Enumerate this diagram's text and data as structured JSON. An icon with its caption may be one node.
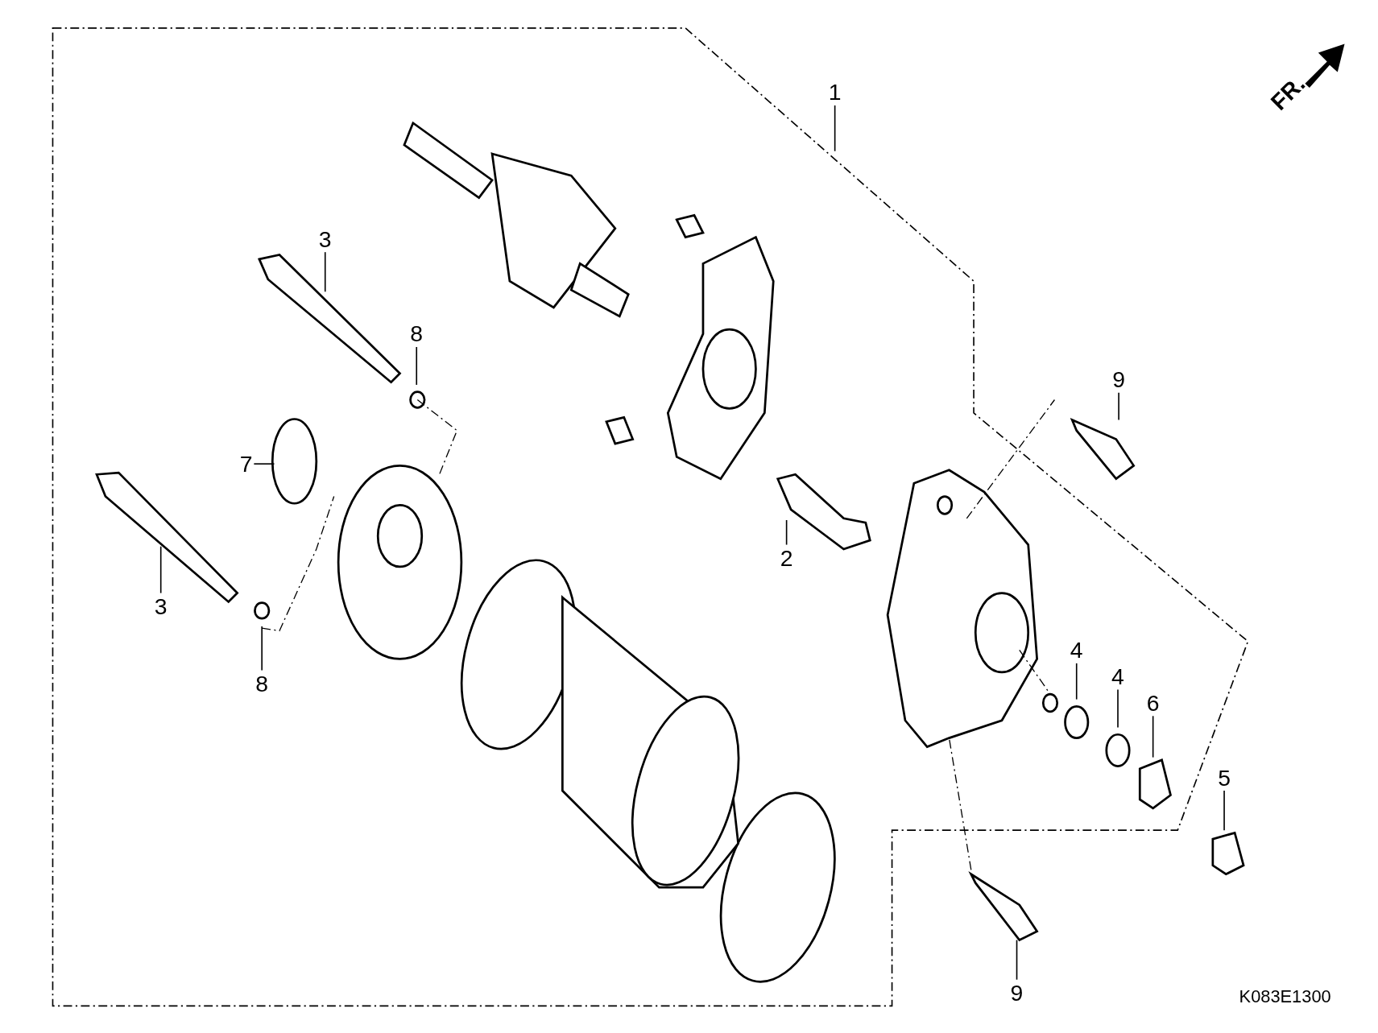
{
  "diagram": {
    "nodes": [
      {
        "text": [
          "1"
        ]
      },
      {
        "text": [
          "2"
        ]
      },
      {
        "text": [
          "3"
        ]
      },
      {
        "text": [
          "3"
        ]
      },
      {
        "text": [
          "4"
        ]
      },
      {
        "text": [
          "4"
        ]
      },
      {
        "text": [
          "5"
        ]
      },
      {
        "text": [
          "6"
        ]
      },
      {
        "text": [
          "7"
        ]
      },
      {
        "text": [
          "8"
        ]
      },
      {
        "text": [
          "8"
        ]
      },
      {
        "text": [
          "9"
        ]
      },
      {
        "text": [
          "9"
        ]
      }
    ],
    "edges": [
      {
        "from": 0,
        "to": null,
        "arrow": "none"
      },
      {
        "from": 1,
        "to": null,
        "arrow": "none"
      },
      {
        "from": 2,
        "to": null,
        "arrow": "none"
      },
      {
        "from": 3,
        "to": null,
        "arrow": "none"
      },
      {
        "from": 4,
        "to": null,
        "arrow": "none"
      },
      {
        "from": 5,
        "to": null,
        "arrow": "none"
      },
      {
        "from": 6,
        "to": null,
        "arrow": "none"
      },
      {
        "from": 7,
        "to": null,
        "arrow": "none"
      },
      {
        "from": 8,
        "to": null,
        "arrow": "none"
      },
      {
        "from": 9,
        "to": null,
        "arrow": "none"
      },
      {
        "from": 10,
        "to": null,
        "arrow": "none"
      },
      {
        "from": 11,
        "to": null,
        "arrow": "none"
      },
      {
        "from": 12,
        "to": null,
        "arrow": "none"
      }
    ],
    "labels": [
      "FR.",
      "K083E1300"
    ]
  }
}
